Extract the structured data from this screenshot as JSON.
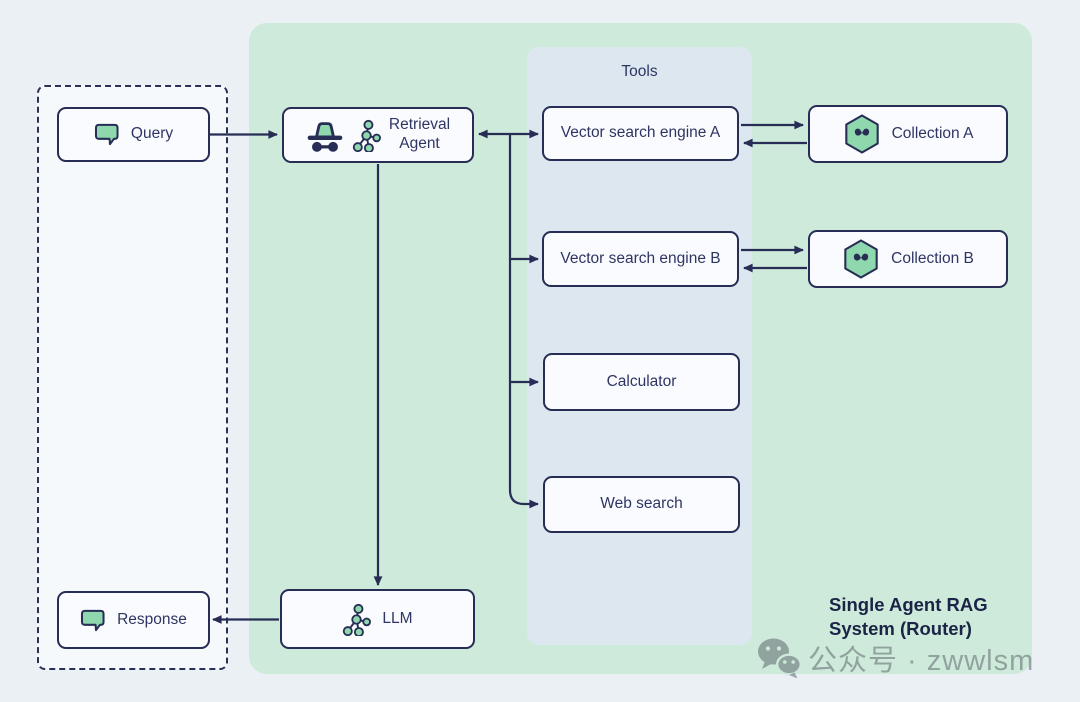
{
  "caption": {
    "line1": "Single Agent RAG",
    "line2": "System (Router)"
  },
  "tools_panel": {
    "title": "Tools"
  },
  "nodes": {
    "query": {
      "label": "Query",
      "icon": "chat-bubble-icon"
    },
    "retrieval_agent": {
      "line1": "Retrieval",
      "line2": "Agent",
      "icons": [
        "detective-hat-icon",
        "network-nodes-icon"
      ]
    },
    "vector_search_a": {
      "label": "Vector search engine A"
    },
    "vector_search_b": {
      "label": "Vector search engine B"
    },
    "calculator": {
      "label": "Calculator"
    },
    "web_search": {
      "label": "Web search"
    },
    "collection_a": {
      "label": "Collection A",
      "icon": "weaviate-hexagon-icon"
    },
    "collection_b": {
      "label": "Collection B",
      "icon": "weaviate-hexagon-icon"
    },
    "llm": {
      "label": "LLM",
      "icon": "network-nodes-icon"
    },
    "response": {
      "label": "Response",
      "icon": "chat-bubble-icon"
    }
  },
  "edges": [
    {
      "from": "Query",
      "to": "Retrieval Agent",
      "direction": "one-way"
    },
    {
      "from": "Retrieval Agent",
      "to": "Vector search engine A",
      "direction": "two-way"
    },
    {
      "from": "Retrieval Agent",
      "to": "Vector search engine B",
      "direction": "one-way"
    },
    {
      "from": "Retrieval Agent",
      "to": "Calculator",
      "direction": "one-way"
    },
    {
      "from": "Retrieval Agent",
      "to": "Web search",
      "direction": "one-way"
    },
    {
      "from": "Vector search engine A",
      "to": "Collection A",
      "direction": "two-way"
    },
    {
      "from": "Vector search engine B",
      "to": "Collection B",
      "direction": "two-way"
    },
    {
      "from": "Retrieval Agent",
      "to": "LLM",
      "direction": "one-way"
    },
    {
      "from": "LLM",
      "to": "Response",
      "direction": "one-way"
    }
  ],
  "watermark": {
    "text": "公众号 · zwwlsm",
    "icon": "wechat-icon"
  },
  "colors": {
    "page_bg": "#eaf0f4",
    "agent_panel_bg": "#cdeada",
    "tools_panel_bg": "#dde7f0",
    "node_bg": "#f9fbfe",
    "node_border": "#272d55",
    "label_text": "#2f3563",
    "caption_text": "#1b2446",
    "icon_green": "#8fd8ad",
    "watermark_gray": "#6d787c"
  }
}
